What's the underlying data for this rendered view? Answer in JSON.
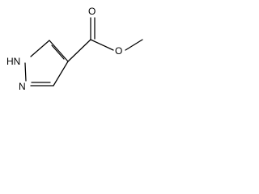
{
  "molecule": {
    "atoms": {
      "nh": "HN",
      "n": "N",
      "carbonyl_o": "O",
      "ester_o": "O"
    }
  },
  "colors": {
    "background": "#ffffff",
    "bond": "#000000",
    "label": "#000000"
  }
}
